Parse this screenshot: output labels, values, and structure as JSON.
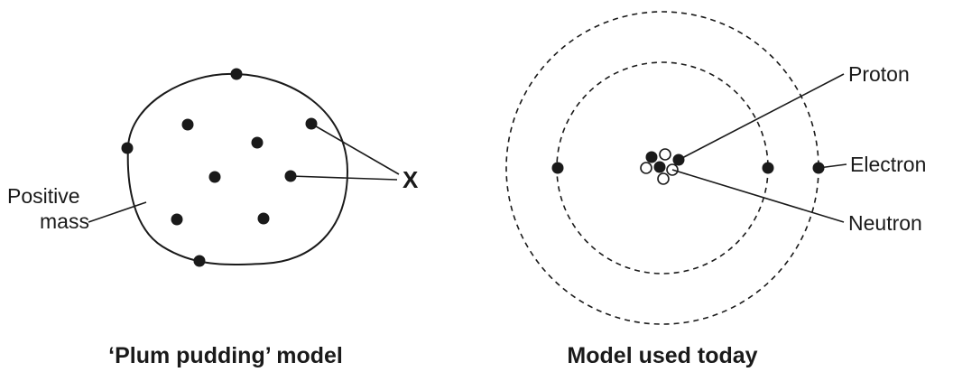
{
  "plum_pudding": {
    "caption": "‘Plum pudding’ model",
    "positive_mass_label": [
      "Positive",
      "mass"
    ],
    "x_label": "X"
  },
  "modern_model": {
    "caption": "Model used today",
    "proton_label": "Proton",
    "electron_label": "Electron",
    "neutron_label": "Neutron"
  },
  "colors": {
    "ink": "#1a1a1a",
    "background": "#ffffff"
  }
}
